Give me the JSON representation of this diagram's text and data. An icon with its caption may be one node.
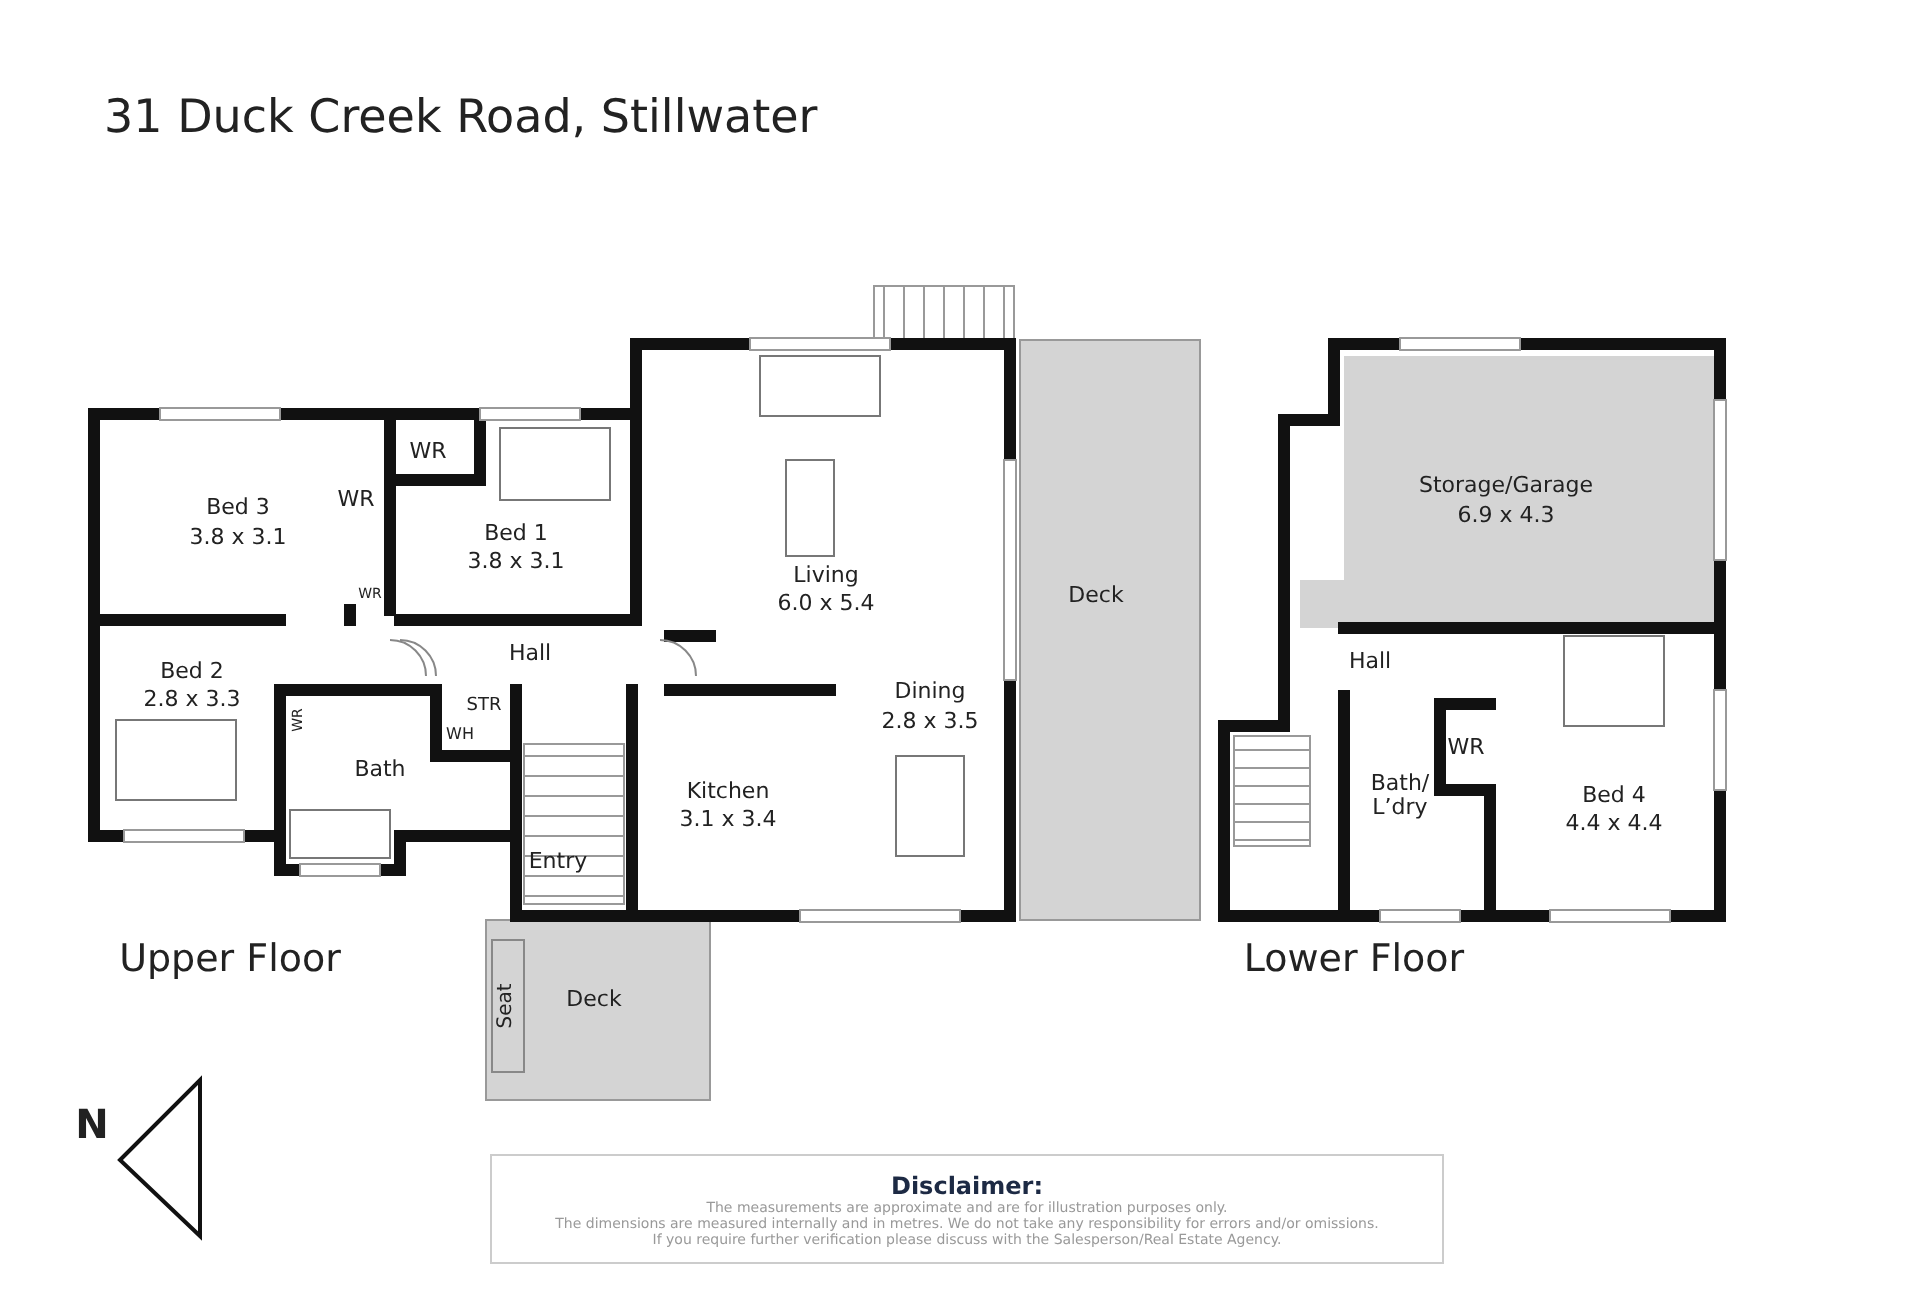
{
  "diagram": {
    "title": "31 Duck Creek Road, Stillwater",
    "labels": [
      "Bed 3",
      "3.8 x 3.1",
      "WR",
      "WR",
      "Bed 1",
      "3.8 x 3.1",
      "WR",
      "Living",
      "6.0 x 5.4",
      "Hall",
      "Bed 2",
      "2.8 x 3.3",
      "WR",
      "STR",
      "WH",
      "Bath",
      "Dining",
      "2.8 x 3.5",
      "Deck",
      "Kitchen",
      "3.1 x 3.4",
      "Entry",
      "Upper Floor",
      "Seat",
      "Deck",
      "Storage/Garage",
      "6.9 x 4.3",
      "Hall",
      "WR",
      "Bath/ L’dry",
      "Bed 4",
      "4.4 x 4.4",
      "Lower Floor",
      "N",
      "Disclaimer:",
      "The measurements are approximate and are for illustration purposes only.",
      "The dimensions are measured internally and in metres. We do not take any responsibility for errors and/or omissions.",
      "If you require further verification please discuss with the Salesperson/Real Estate Agency."
    ]
  }
}
